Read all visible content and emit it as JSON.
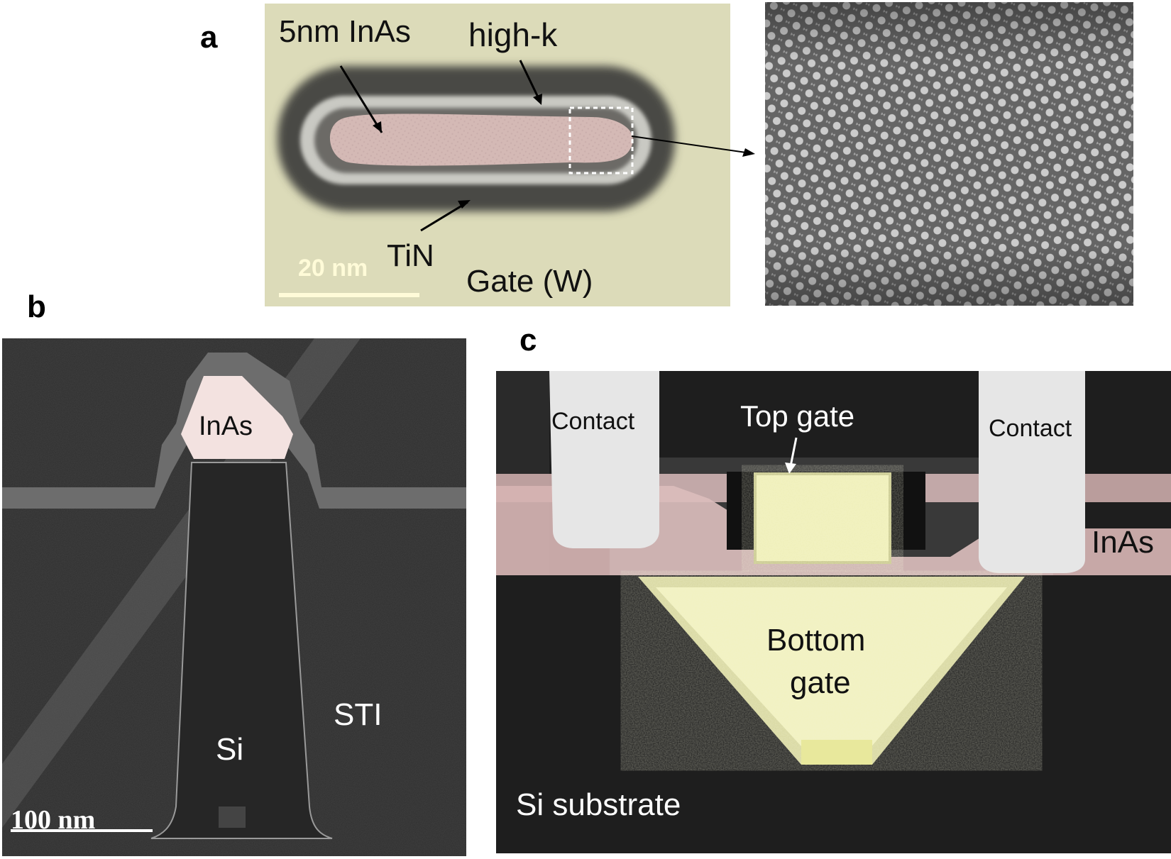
{
  "figure": {
    "panel_a": {
      "letter": "a",
      "labels": {
        "inas": "5nm InAs",
        "highk": "high-k",
        "tin": "TiN",
        "gate": "Gate (W)",
        "scale": "20 nm"
      }
    },
    "panel_b": {
      "letter": "b",
      "labels": {
        "inas": "InAs",
        "si": "Si",
        "sti": "STI",
        "scale": "100 nm"
      }
    },
    "panel_c": {
      "letter": "c",
      "labels": {
        "contact_left": "Contact",
        "contact_right": "Contact",
        "top_gate": "Top gate",
        "inas": "InAs",
        "bottom_gate_1": "Bottom",
        "bottom_gate_2": "gate",
        "substrate": "Si substrate"
      }
    }
  }
}
